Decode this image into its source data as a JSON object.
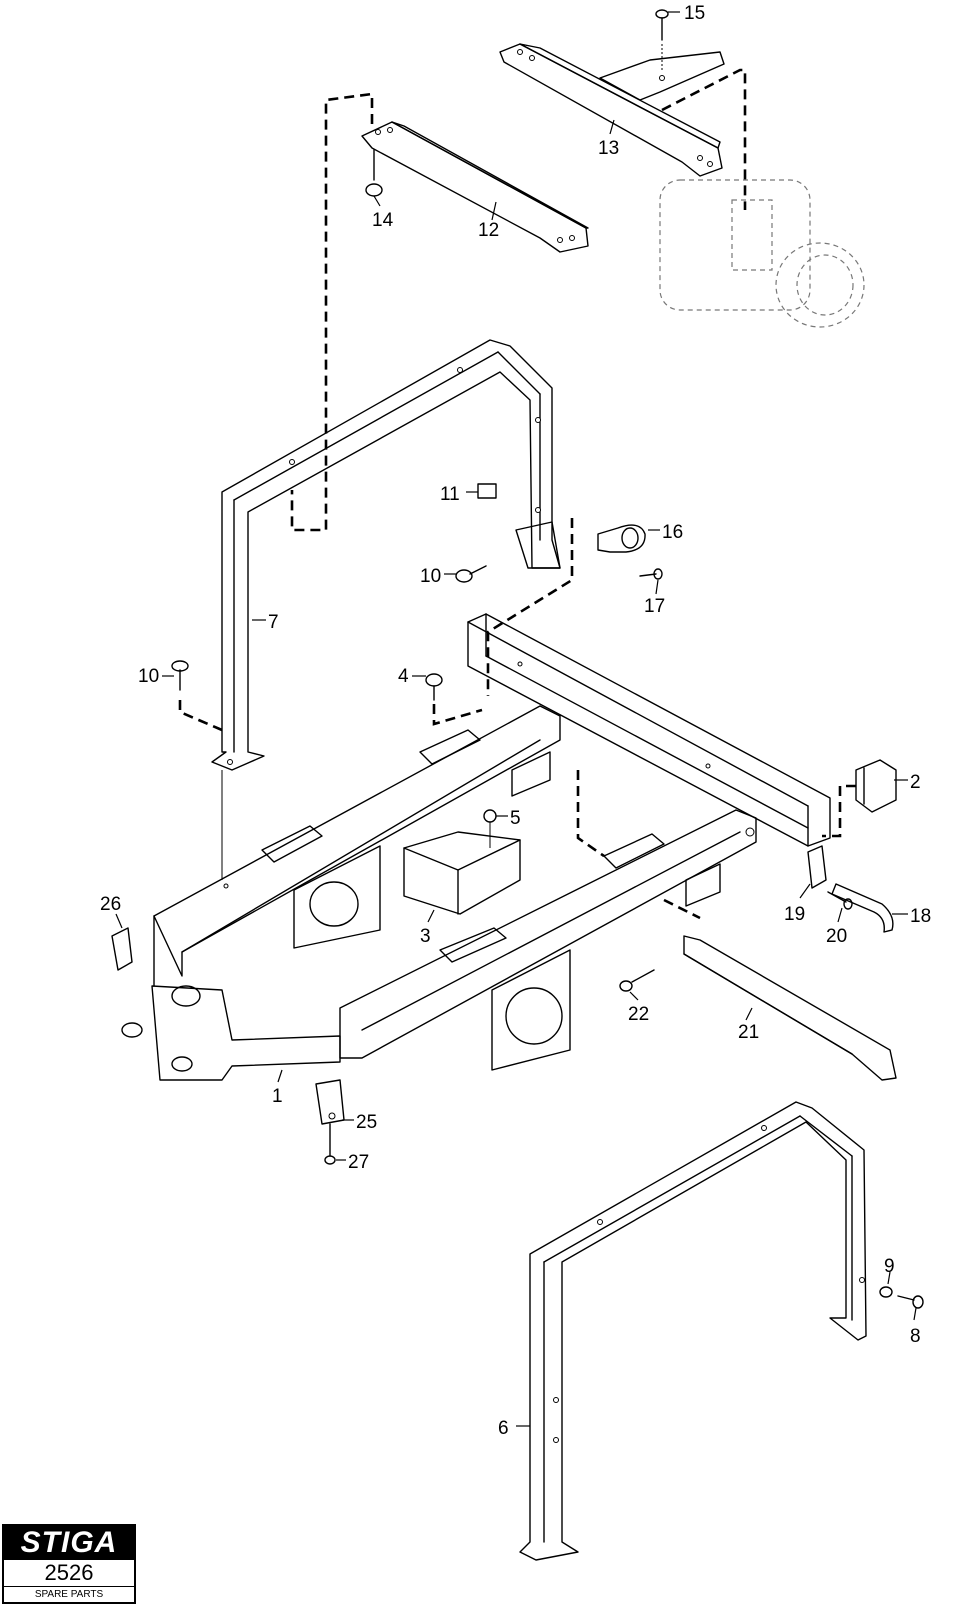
{
  "brand": {
    "logo": "STIGA",
    "code": "2526",
    "subtitle": "SPARE PARTS"
  },
  "callouts": [
    {
      "label": "15"
    },
    {
      "label": "13"
    },
    {
      "label": "14"
    },
    {
      "label": "12"
    },
    {
      "label": "11"
    },
    {
      "label": "16"
    },
    {
      "label": "10"
    },
    {
      "label": "17"
    },
    {
      "label": "7"
    },
    {
      "label": "10"
    },
    {
      "label": "4"
    },
    {
      "label": "2"
    },
    {
      "label": "5"
    },
    {
      "label": "26"
    },
    {
      "label": "3"
    },
    {
      "label": "19"
    },
    {
      "label": "18"
    },
    {
      "label": "20"
    },
    {
      "label": "22"
    },
    {
      "label": "21"
    },
    {
      "label": "1"
    },
    {
      "label": "25"
    },
    {
      "label": "27"
    },
    {
      "label": "9"
    },
    {
      "label": "8"
    },
    {
      "label": "6"
    }
  ]
}
